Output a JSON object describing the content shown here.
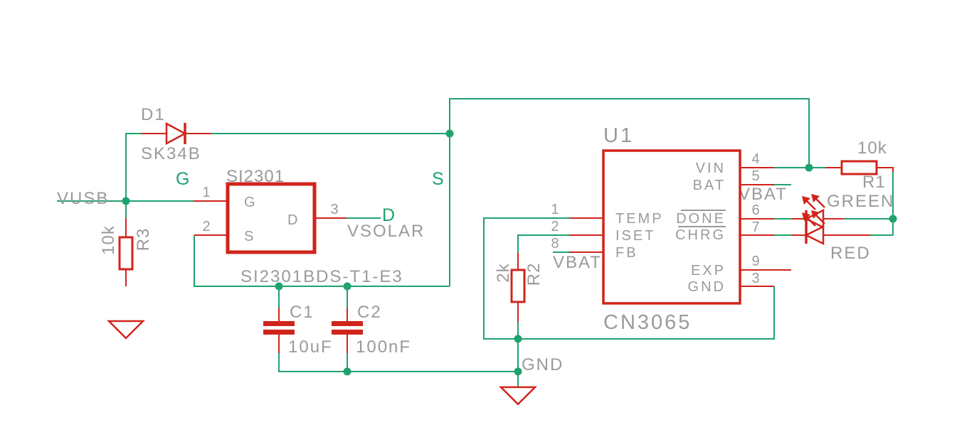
{
  "schematic": {
    "nets": {
      "vusb": "VUSB",
      "vsolar": "VSOLAR",
      "vbat_fb": "VBAT",
      "vbat_bat": "VBAT",
      "gnd": "GND",
      "gate": "G",
      "source": "S",
      "drain": "D"
    },
    "d1": {
      "ref": "D1",
      "value": "SK34B"
    },
    "q1": {
      "name": "SI2301",
      "part": "SI2301BDS-T1-E3",
      "pins": {
        "gate_num": "1",
        "source_num": "2",
        "drain_num": "3",
        "gate": "G",
        "source": "S",
        "drain": "D"
      }
    },
    "r1": {
      "ref": "R1",
      "value": "10k"
    },
    "r2": {
      "ref": "R2",
      "value": "2k"
    },
    "r3": {
      "ref": "R3",
      "value": "10k"
    },
    "c1": {
      "ref": "C1",
      "value": "10uF"
    },
    "c2": {
      "ref": "C2",
      "value": "100nF"
    },
    "u1": {
      "ref": "U1",
      "value": "CN3065",
      "left_pins": [
        {
          "num": "1",
          "name": "TEMP"
        },
        {
          "num": "2",
          "name": "ISET"
        },
        {
          "num": "8",
          "name": "FB"
        }
      ],
      "right_pins": [
        {
          "num": "4",
          "name": "VIN"
        },
        {
          "num": "5",
          "name": "BAT"
        },
        {
          "num": "6",
          "name": "DONE"
        },
        {
          "num": "7",
          "name": "CHRG"
        },
        {
          "num": "9",
          "name": "EXP"
        },
        {
          "num": "3",
          "name": "GND"
        }
      ]
    },
    "led_green": {
      "label": "GREEN"
    },
    "led_red": {
      "label": "RED"
    }
  },
  "colors": {
    "wire": "#1fa26e",
    "symbol": "#d0241b",
    "text": "#9a9a9a",
    "background": "#ffffff"
  }
}
